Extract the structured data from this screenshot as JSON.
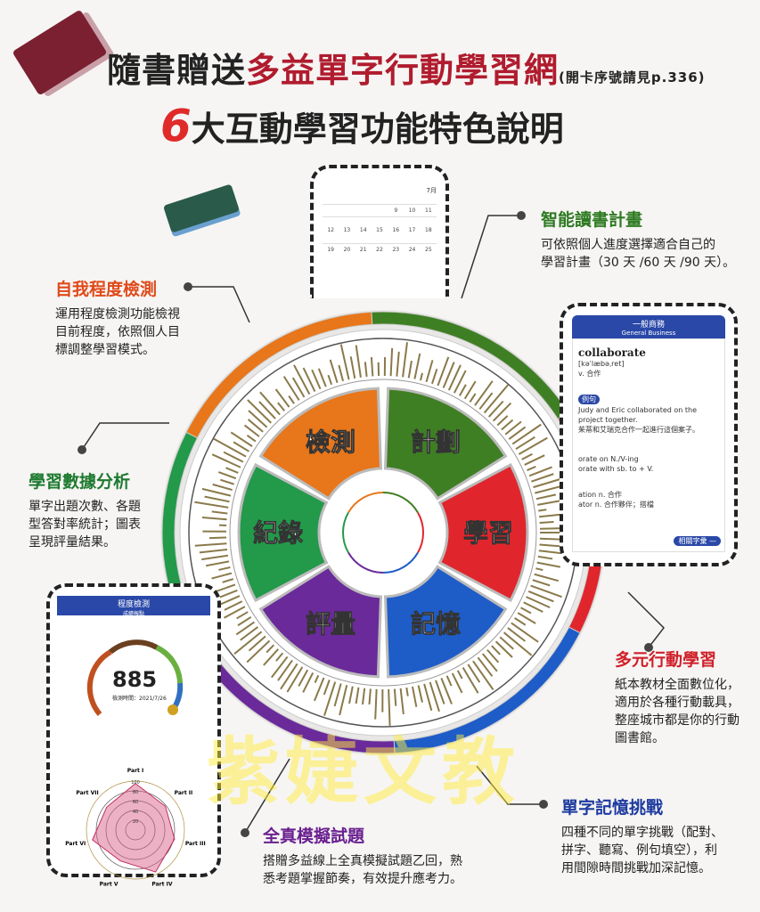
{
  "header": {
    "title_prefix": "隨書贈送",
    "title_highlight": "多益單字行動學習網",
    "title_note": "(開卡序號請見p.336)",
    "subtitle_number": "6",
    "subtitle": "大互動學習功能特色說明"
  },
  "wheel": {
    "segments": [
      {
        "label": "檢測",
        "color": "#e8761a"
      },
      {
        "label": "計劃",
        "color": "#3f7f24"
      },
      {
        "label": "學習",
        "color": "#e0262c"
      },
      {
        "label": "記憶",
        "color": "#1e5cc8"
      },
      {
        "label": "評量",
        "color": "#6a2a9a"
      },
      {
        "label": "紀錄",
        "color": "#23994a"
      }
    ],
    "bar_color": "#8a7a4a"
  },
  "features": [
    {
      "title": "自我程度檢測",
      "color": "#e04a1a",
      "body": [
        "運用程度檢測功能檢視",
        "目前程度，依照個人目",
        "標調整學習模式。"
      ]
    },
    {
      "title": "學習數據分析",
      "color": "#1e7a30",
      "body": [
        "單字出題次數、各題",
        "型答對率統計；圖表",
        "呈現評量結果。"
      ]
    },
    {
      "title": "智能讀書計畫",
      "color": "#2e7a22",
      "body": [
        "可依照個人進度選擇適合自己的",
        "學習計畫（30 天 /60 天 /90 天）。"
      ]
    },
    {
      "title": "多元行動學習",
      "color": "#d0202a",
      "body": [
        "紙本教材全面數位化，",
        "適用於各種行動載具，",
        "整座城市都是你的行動",
        "圖書館。"
      ]
    },
    {
      "title": "單字記憶挑戰",
      "color": "#1e3aa0",
      "body": [
        "四種不同的單字挑戰（配對、",
        "拼字、聽寫、例句填空），利",
        "用間隙時間挑戰加深記憶。"
      ]
    },
    {
      "title": "全真模擬試題",
      "color": "#6a2090",
      "body": [
        "搭贈多益線上全真模擬試題乙回，熟",
        "悉考題掌握節奏，有效提升應考力。"
      ]
    }
  ],
  "calendar": {
    "month": "7月",
    "row1": [
      "",
      "",
      "",
      "",
      "9",
      "10",
      "11"
    ],
    "row2": [
      "12",
      "13",
      "14",
      "15",
      "16",
      "17",
      "18"
    ],
    "row3": [
      "19",
      "20",
      "21",
      "22",
      "23",
      "24",
      "25"
    ]
  },
  "dictionary": {
    "header_zh": "一般商務",
    "header_en": "General Business",
    "word": "collaborate",
    "phonetic": "[kəˈlæbəˌret]",
    "pos": "v. 合作",
    "tag": "例句",
    "example_en": "Judy and Eric collaborated on the project together.",
    "example_zh": "茱蒂和艾瑞克合作一起進行這個案子。",
    "phrase1": "orate on N./V-ing",
    "phrase2": "orate with sb. to + V.",
    "derived1": "ation n. 合作",
    "derived2": "ator n. 合作夥伴；搭檔",
    "related_button": "相關字彙 —"
  },
  "score": {
    "header": "程度檢測",
    "header_sub": "成績報點",
    "value": "885",
    "date": "檢測時間：2021/7/26",
    "radar_axes": [
      "Part I",
      "Part II",
      "Part III",
      "Part IV",
      "Part V",
      "Part VI",
      "Part VII"
    ],
    "radar_values": [
      95,
      78,
      82,
      95,
      70,
      90,
      75
    ],
    "radar_ticks": [
      "20",
      "40",
      "60",
      "80",
      "100"
    ]
  },
  "watermark": "紫婕文教"
}
